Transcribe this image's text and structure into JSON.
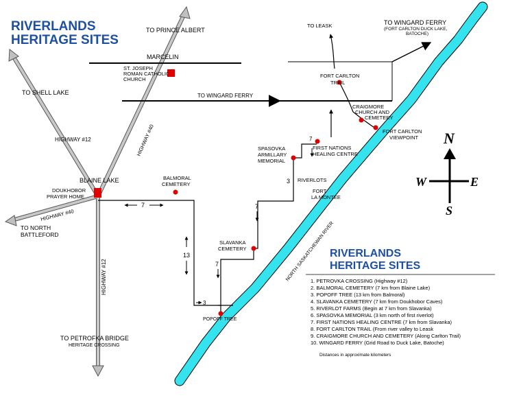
{
  "title": {
    "line1": "RIVERLANDS",
    "line2": "HERITAGE SITES"
  },
  "legend": {
    "title1": "RIVERLANDS",
    "title2": "HERITAGE SITES",
    "items": [
      "1. PETROVKA CROSSING (Highway #12)",
      "2. BALMORAL CEMETERY (7 km from Blaine Lake)",
      "3. POPOFF TREE (13 km from Balmoral)",
      "4. SLAVANKA CEMETERY (7 km from Doukhobor Caves)",
      "5. RIVERLOT FARMS (Begin at 7 km from Slavanka)",
      "6. SPASOVKA MEMORIAL (3 km north of first riverlot)",
      "7. FIRST NATIONS HEALING CENTRE (7 km from Slavanka)",
      "8. FORT CARLTON TRAIL (From river valley to Leask",
      "9. CRAIGMORE CHURCH AND CEMETERY (Along Carlton Trail)",
      "10. WINGARD FERRY (Grid Road to Duck Lake, Batoche)"
    ],
    "note": "Distances in approximate kilometers"
  },
  "labels": {
    "to_prince_albert": "TO PRINCE ALBERT",
    "marcelin": "MARCELIN",
    "st_joseph_1": "ST. JOSEPH",
    "st_joseph_2": "ROMAN CATHOLIC",
    "st_joseph_3": "CHURCH",
    "to_shell_lake": "TO SHELL LAKE",
    "hwy12_nw": "HIGHWAY #12",
    "hwy40_ne": "HIGHWAY #40",
    "to_wingard_ferry_road": "TO WINGARD FERRY",
    "blaine_lake": "BLAINE LAKE",
    "doukhobor_1": "DOUKHOBOR",
    "doukhobor_2": "PRAYER HOME",
    "hwy40_w": "HIGHWAY #40",
    "to_north_1": "TO NORTH",
    "to_north_2": "BATTLEFORD",
    "hwy12_s": "HIGHWAY #12",
    "to_petrofka_1": "TO PETROFKA BRIDGE",
    "to_petrofka_2": "HERITAGE CROSSING",
    "balmoral_1": "BALMORAL",
    "balmoral_2": "CEMETERY",
    "slavanka_1": "SLAVANKA",
    "slavanka_2": "CEMETERY",
    "popoff_tree": "POPOFF TREE",
    "spasovka_1": "SPASOVKA",
    "spasovka_2": "ARMILLARY",
    "spasovka_3": "MEMORIAL",
    "first_nations_1": "FIRST NATIONS",
    "first_nations_2": "HEALING CENTRE",
    "riverlots": "RIVERLOTS",
    "fort_la_montee_1": "FORT",
    "fort_la_montee_2": "LA MONTÉE",
    "to_leask": "TO LEASK",
    "fort_carlton_trail_1": "FORT CARLTON",
    "fort_carlton_trail_2": "TRAIL",
    "to_wingard_ferry_ne": "TO WINGARD FERRY",
    "to_wingard_sub_1": "(FORT CARLTON DUCK LAKE,",
    "to_wingard_sub_2": "BATOCHE)",
    "craigmore_1": "CRAIGMORE",
    "craigmore_2": "CHURCH  AND",
    "craigmore_3": "CEMETERY",
    "fort_carlton_vp_1": "FORT CARLTON",
    "fort_carlton_vp_2": "VIEWPOINT",
    "river": "NORTH  SASKATCHEWAN  RIVER"
  },
  "distances": {
    "d7_a": "7",
    "d13": "13",
    "d3_a": "3",
    "d7_b": "7",
    "d7_c": "7",
    "d3_b": "3",
    "d7_d": "7"
  },
  "compass": {
    "n": "N",
    "s": "S",
    "e": "E",
    "w": "W"
  },
  "colors": {
    "title": "#1d4fa3",
    "river": "#35e3ef",
    "highway": "#c0c0c0",
    "marker": "#e00000"
  }
}
